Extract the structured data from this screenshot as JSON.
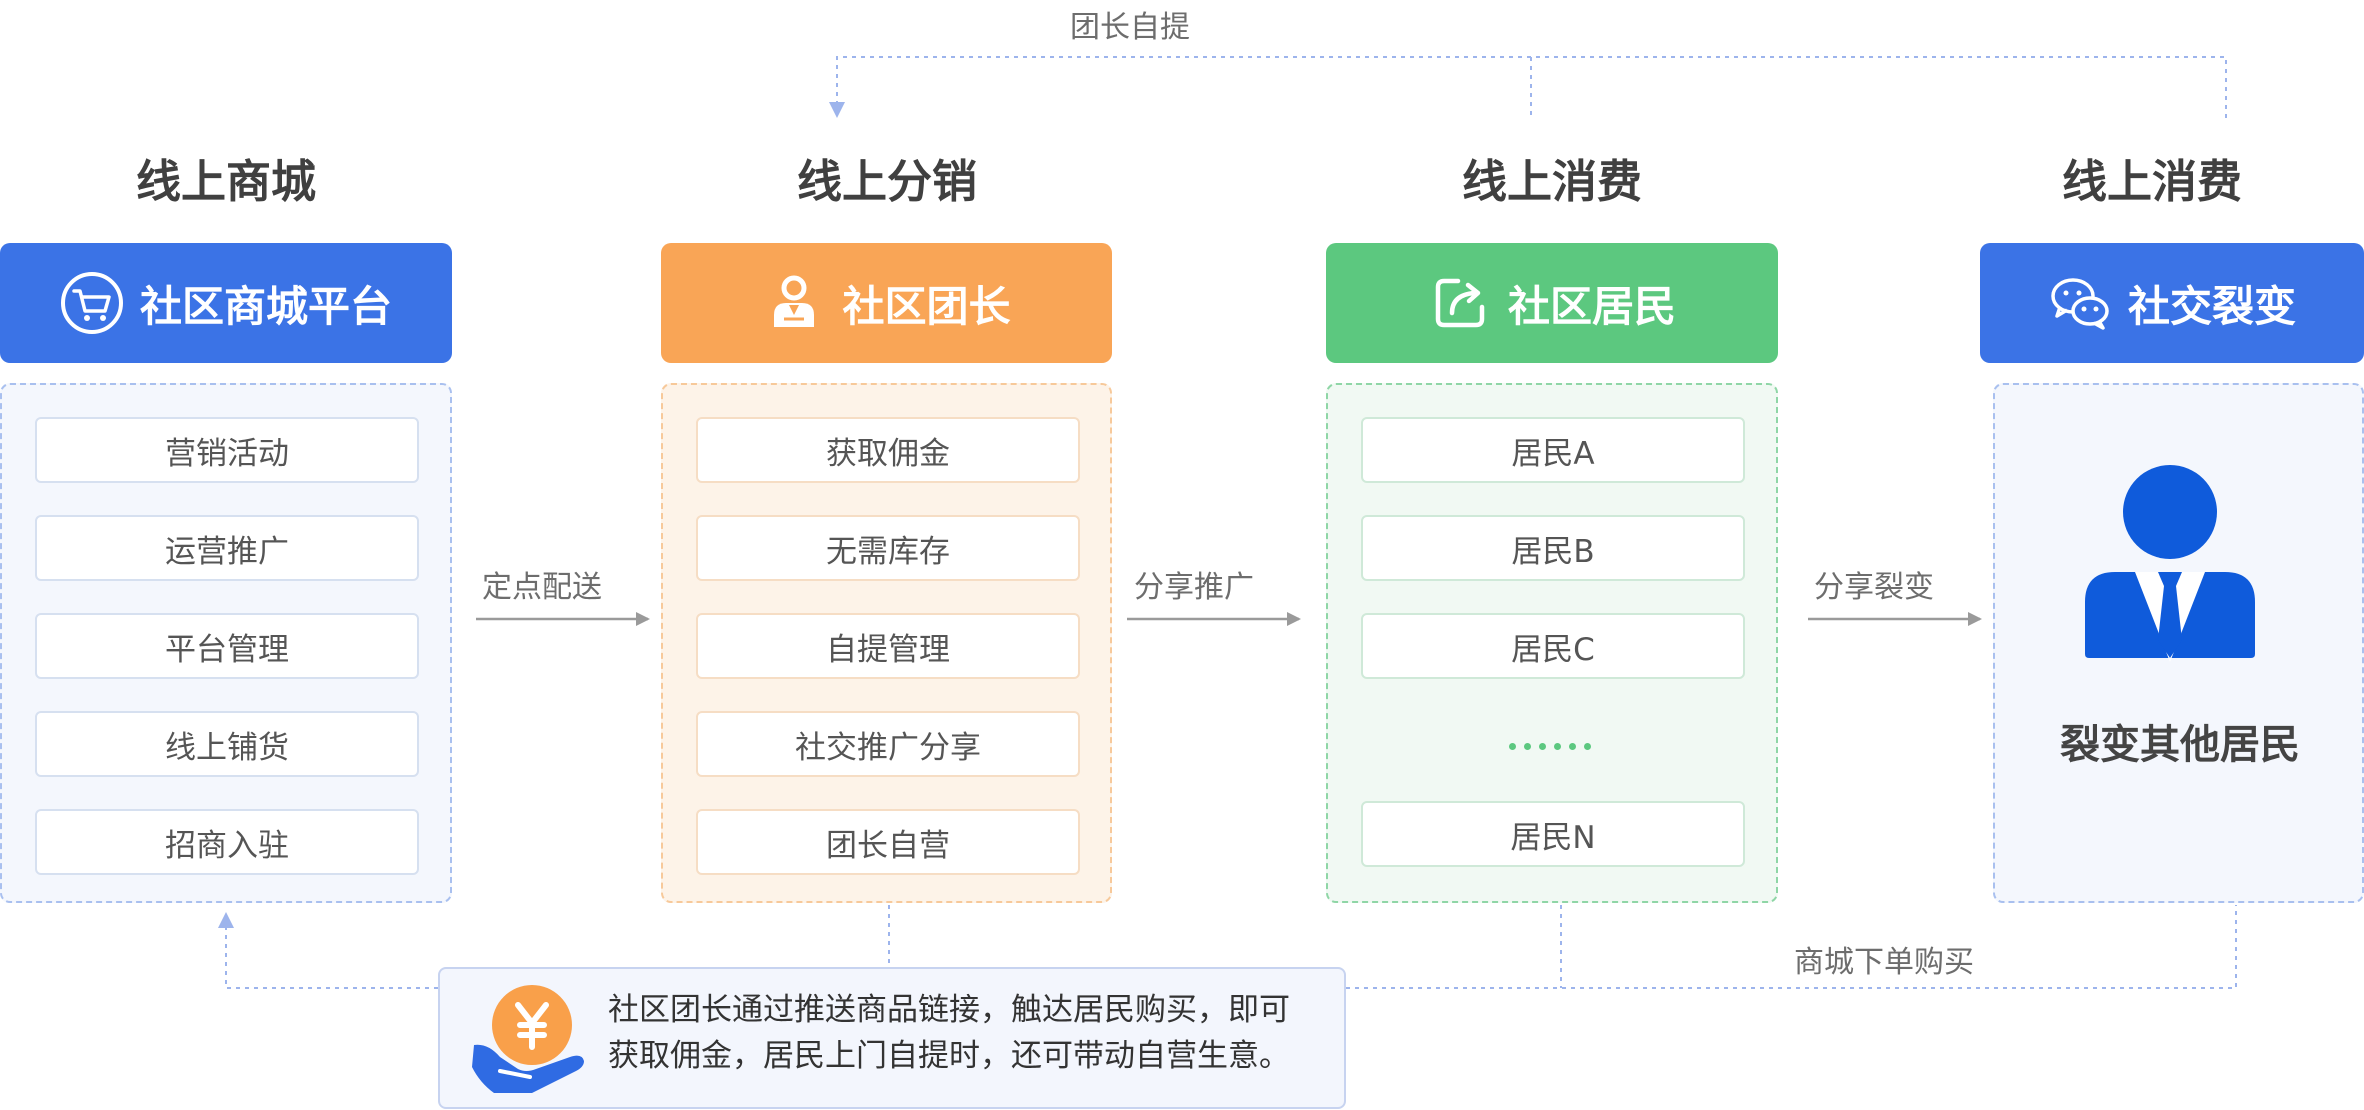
{
  "flow_labels": {
    "top": "团长自提",
    "pickup": "定点配送",
    "share_promote": "分享推广",
    "share_fission": "分享裂变",
    "mall_order": "商城下单购买"
  },
  "columns": [
    {
      "title": "线上商城",
      "header": "社区商城平台",
      "icon": "shopping-cart-icon",
      "color": "#3b73e6",
      "items": [
        "营销活动",
        "运营推广",
        "平台管理",
        "线上铺货",
        "招商入驻"
      ]
    },
    {
      "title": "线上分销",
      "header": "社区团长",
      "icon": "leader-person-icon",
      "color": "#f9a556",
      "items": [
        "获取佣金",
        "无需库存",
        "自提管理",
        "社交推广分享",
        "团长自营"
      ]
    },
    {
      "title": "线上消费",
      "header": "社区居民",
      "icon": "share-arrow-icon",
      "color": "#5cc87f",
      "items": [
        "居民A",
        "居民B",
        "居民C",
        "居民N"
      ]
    },
    {
      "title": "线上消费",
      "header": "社交裂变",
      "icon": "wechat-icon",
      "color": "#3b73e6",
      "caption": "裂变其他居民"
    }
  ],
  "note": {
    "line1": "社区团长通过推送商品链接，触达居民购买，即可",
    "line2": "获取佣金，居民上门自提时，还可带动自营生意。"
  },
  "colors": {
    "blue": "#3b73e6",
    "orange": "#f9a556",
    "green": "#5cc87f",
    "person": "#0f5bdb",
    "coin": "#f9a04a"
  }
}
